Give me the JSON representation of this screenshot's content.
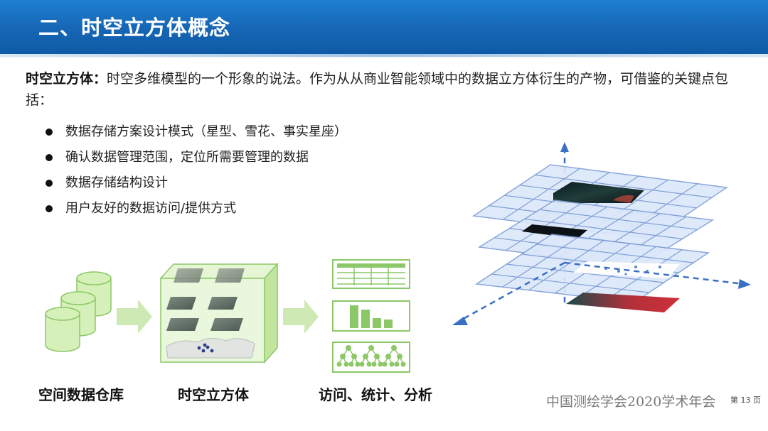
{
  "header": {
    "title": "二、时空立方体概念"
  },
  "intro": {
    "term": "时空立方体：",
    "text": "时空多维模型的一个形象的说法。作为从从商业智能领域中的数据立方体衍生的产物，可借鉴的关键点包括："
  },
  "bullets": [
    "数据存储方案设计模式（星型、雪花、事实星座）",
    "确认数据管理范围，定位所需要管理的数据",
    "数据存储结构设计",
    "用户友好的数据访问/提供方式"
  ],
  "diagram": {
    "captions": [
      "空间数据仓库",
      "时空立方体",
      "访问、统计、分析"
    ],
    "colors": {
      "green_fill": "#d5f0b8",
      "green_stroke": "#8cc867",
      "arrow": "#cfe9b5",
      "grid_fill": "#dce8fa",
      "grid_stroke": "#7f9fd6",
      "axis": "#3a6fc6"
    }
  },
  "footer": {
    "organization": "中国测绘学会2020学术年会",
    "page": "第 13 页"
  }
}
